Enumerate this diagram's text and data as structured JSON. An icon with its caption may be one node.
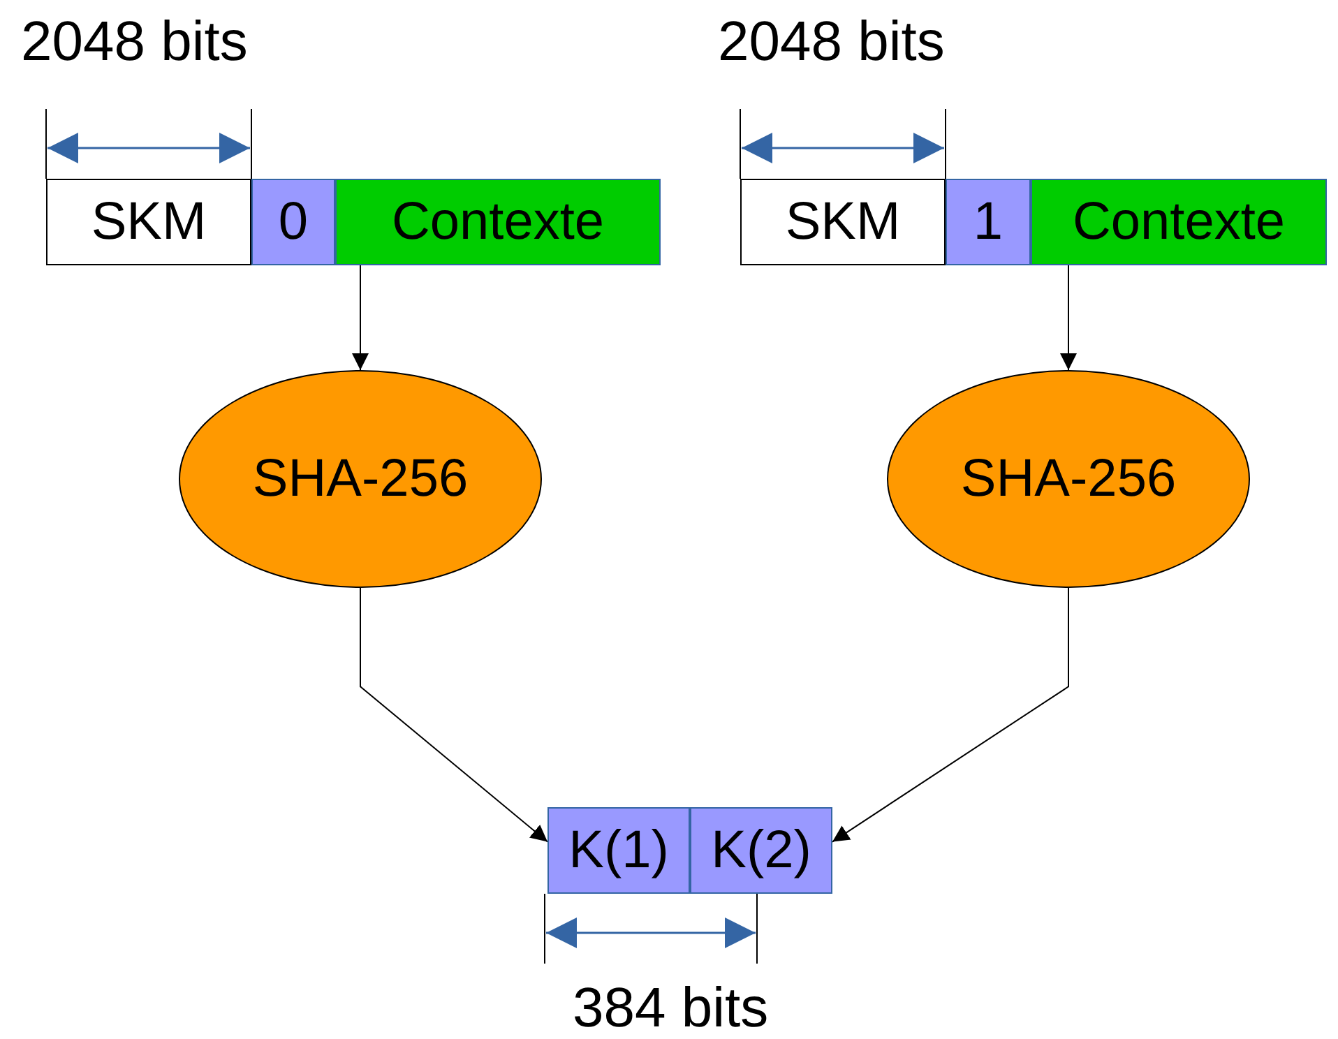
{
  "diagram": {
    "nodes": [
      {
        "text": [
          "SKM"
        ]
      },
      {
        "text": [
          "0"
        ]
      },
      {
        "text": [
          "Contexte"
        ]
      },
      {
        "text": [
          "SKM"
        ]
      },
      {
        "text": [
          "1"
        ]
      },
      {
        "text": [
          "Contexte"
        ]
      },
      {
        "text": [
          "SHA-256"
        ]
      },
      {
        "text": [
          "SHA-256"
        ]
      },
      {
        "text": [
          "K(1)"
        ]
      },
      {
        "text": [
          "K(2)"
        ]
      }
    ],
    "edges": [
      {
        "from": 2,
        "to": 6,
        "arrow": "to"
      },
      {
        "from": 5,
        "to": 7,
        "arrow": "to"
      },
      {
        "from": 6,
        "to": 8,
        "arrow": "to"
      },
      {
        "from": 7,
        "to": 9,
        "arrow": "to"
      }
    ],
    "labels": [
      "2048 bits",
      "2048 bits",
      "384 bits"
    ]
  }
}
